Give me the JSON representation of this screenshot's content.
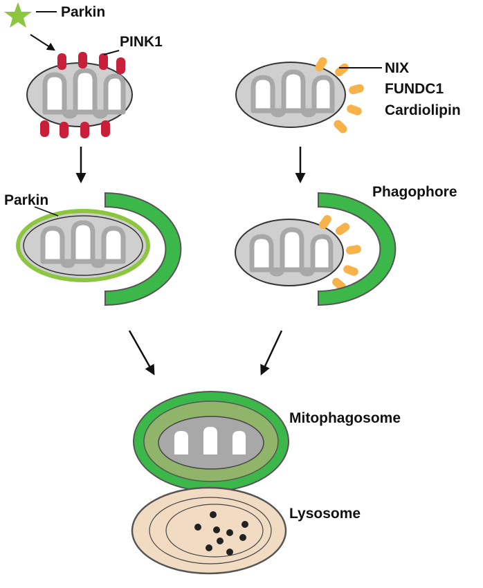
{
  "labels": {
    "parkin_top": "Parkin",
    "pink1": "PINK1",
    "nix": "NIX",
    "fundc1": "FUNDC1",
    "cardiolipin": "Cardiolipin",
    "parkin_mid": "Parkin",
    "phagophore": "Phagophore",
    "mitophagosome": "Mitophagosome",
    "lysosome": "Lysosome"
  },
  "colors": {
    "parkin_star": "#8cc63f",
    "pink1_receptor": "#c8203a",
    "orange_receptor": "#f7b24a",
    "phagophore_green": "#3cb84a",
    "parkin_ring": "#8cc63f",
    "mito_matrix": "#cfcfcf",
    "mito_crista": "#a8a8a8",
    "mitophagosome_lumen": "#8fb46a",
    "lysosome_fill": "#f1dcc3",
    "outline": "#333333"
  },
  "icons": {
    "parkin_star": "star-icon"
  }
}
